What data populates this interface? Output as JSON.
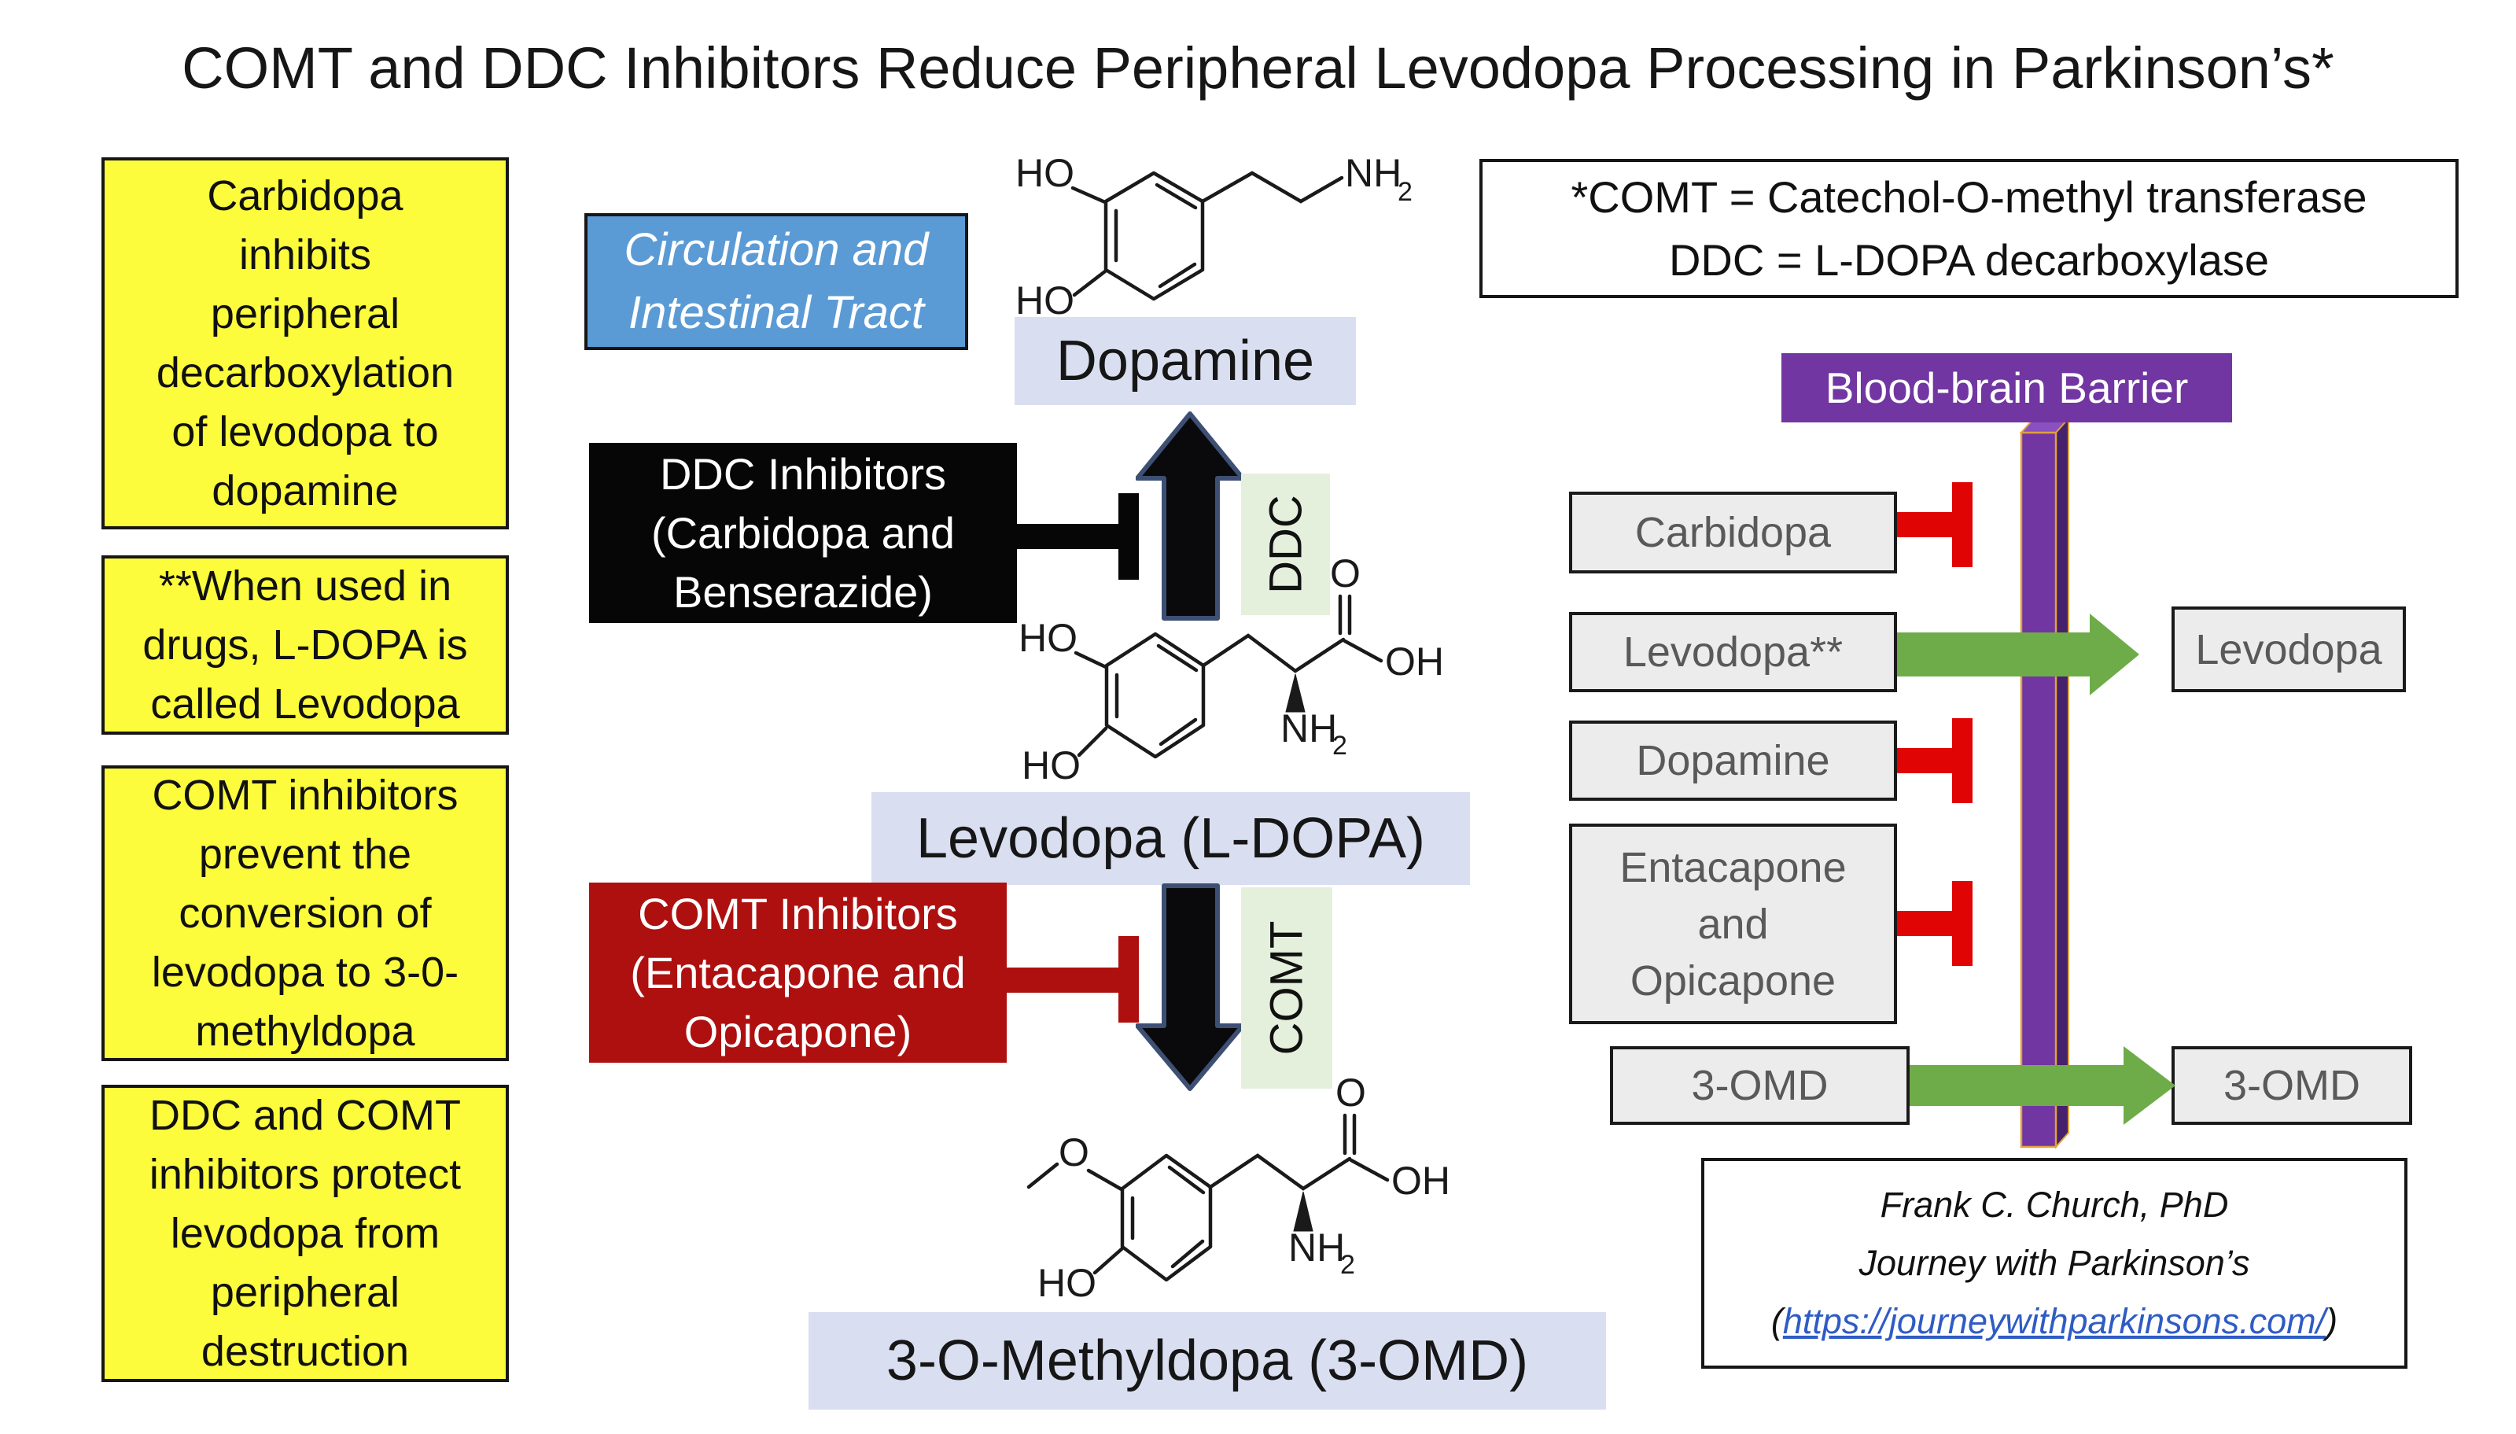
{
  "title": "COMT and DDC Inhibitors Reduce Peripheral Levodopa Processing in Parkinson’s*",
  "notes_left": [
    {
      "text": "Carbidopa\ninhibits\nperipheral\ndecarboxylation\nof levodopa to\ndopamine"
    },
    {
      "text": "**When used in\ndrugs, L-DOPA is\ncalled Levodopa"
    },
    {
      "text": "COMT inhibitors\nprevent the\nconversion of\nlevodopa to 3-0-\nmethyldopa"
    },
    {
      "text": "DDC and COMT\ninhibitors protect\nlevodopa from\nperipheral\ndestruction"
    }
  ],
  "definitions": {
    "line1": "*COMT = Catechol-O-methyl transferase",
    "line2": "DDC = L-DOPA decarboxylase"
  },
  "circulation": {
    "text": "Circulation and\nIntestinal Tract"
  },
  "pathway": {
    "dopamine_label": "Dopamine",
    "levodopa_label": "Levodopa (L-DOPA)",
    "omd_label": "3-O-Methyldopa (3-OMD)",
    "ddc_enzyme": "DDC",
    "comt_enzyme": "COMT",
    "ddc_inhibitor_box": "DDC Inhibitors\n(Carbidopa and\nBenserazide)",
    "comt_inhibitor_box": "COMT Inhibitors\n(Entacapone and\nOpicapone)"
  },
  "barrier": {
    "header": "Blood-brain Barrier",
    "left_boxes": [
      "Carbidopa",
      "Levodopa**",
      "Dopamine",
      "Entacapone\nand\nOpicapone",
      "3-OMD"
    ],
    "right_boxes": [
      "Levodopa",
      "3-OMD"
    ]
  },
  "attribution": {
    "line1": "Frank C. Church, PhD",
    "line2": "Journey with Parkinson’s",
    "paren_open": "(",
    "url": "https://journeywithparkinsons.com/",
    "paren_close": ")"
  },
  "structures": {
    "dopamine": {
      "ho_top": "HO",
      "ho_bottom": "HO",
      "nh": "NH",
      "nh_sub": "2"
    },
    "levodopa": {
      "ho_top": "HO",
      "ho_bottom": "HO",
      "carbonyl_o": "O",
      "oh": "OH",
      "nh": "NH",
      "nh_sub": "2"
    },
    "omd": {
      "methoxy_o": "O",
      "ho_bottom": "HO",
      "carbonyl_o": "O",
      "oh": "OH",
      "nh": "NH",
      "nh_sub": "2"
    }
  },
  "colors": {
    "note-yellow": "#FCFC3D",
    "info-blue": "#5B9BD5",
    "box-black": "#060606",
    "box-darkred": "#AE1010",
    "tbar-red": "#E00404",
    "label-lavender": "#D9DFF1",
    "enzyme-green": "#E4F0DC",
    "barrier-purple": "#7136A2",
    "barrier-purple-dark": "#46216E",
    "barrier-gold": "#E0A13B",
    "arrow-green": "#6EAC49",
    "gray-fill": "#ECECEC",
    "gray-border": "#1A1A1A",
    "gray-text": "#595959",
    "arrow-outline": "#3D4F73",
    "link-blue": "#2F5CC4"
  }
}
